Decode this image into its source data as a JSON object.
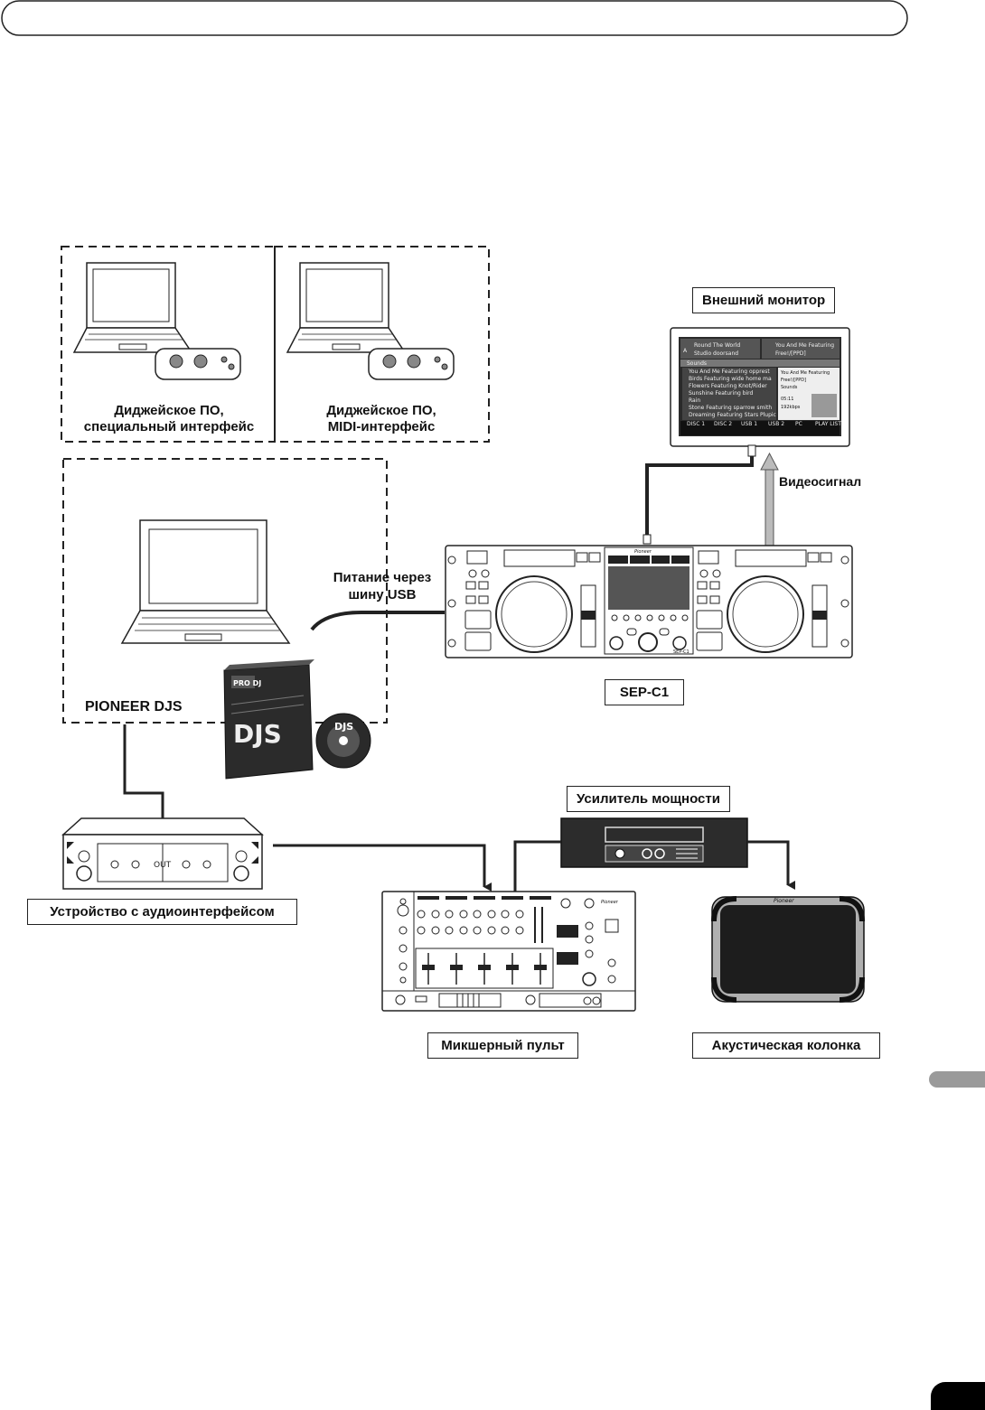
{
  "labels": {
    "dj_software_special": [
      "Диджейское ПО,",
      "специальный интерфейс"
    ],
    "dj_software_midi": [
      "Диджейское ПО,",
      "MIDI-интерфейс"
    ],
    "external_monitor": "Внешний монитор",
    "video_signal": "Видеосигнал",
    "usb_power": [
      "Питание через",
      "шину USB"
    ],
    "sep_c1": "SEP-C1",
    "pioneer_djs": "PIONEER DJS",
    "power_amp": "Усилитель мощности",
    "audio_interface_device": "Устройство с аудиоинтерфейсом",
    "mixer": "Микшерный пульт",
    "speaker": "Акустическая колонка"
  },
  "device_text": {
    "audio_out": "OUT",
    "brand": "Pioneer",
    "djs_box": "DJS",
    "djs_box_brand": "PRO DJ",
    "djs_disc": "DJS",
    "controller_center_label": "SEP-C1"
  },
  "monitor_screen": {
    "deck_a_letter": "A",
    "deck_a_track": "Round The World",
    "deck_a_sub": "Studio doorsand",
    "deck_b_track": "You And Me Featuring",
    "deck_b_sub": "Free!/[PPD]",
    "category": "Sounds",
    "list": [
      "You And Me Featuring opprest",
      "Birds Featuring wide home ma",
      "Flowers Featuring Knot/Rider",
      "Sunshine Featuring bird",
      "Rain",
      "Stone Featuring sparrow smith",
      "Dreaming Featuring Stars Plupic"
    ],
    "info": [
      "You And Me Featuring",
      "Free!/[PPD]",
      "Sounds"
    ],
    "time": "05:11",
    "bitrate": "192kbps",
    "tabs": [
      "DISC 1",
      "DISC 2",
      "USB 1",
      "USB 2",
      "PC",
      "PLAY LIST"
    ]
  }
}
